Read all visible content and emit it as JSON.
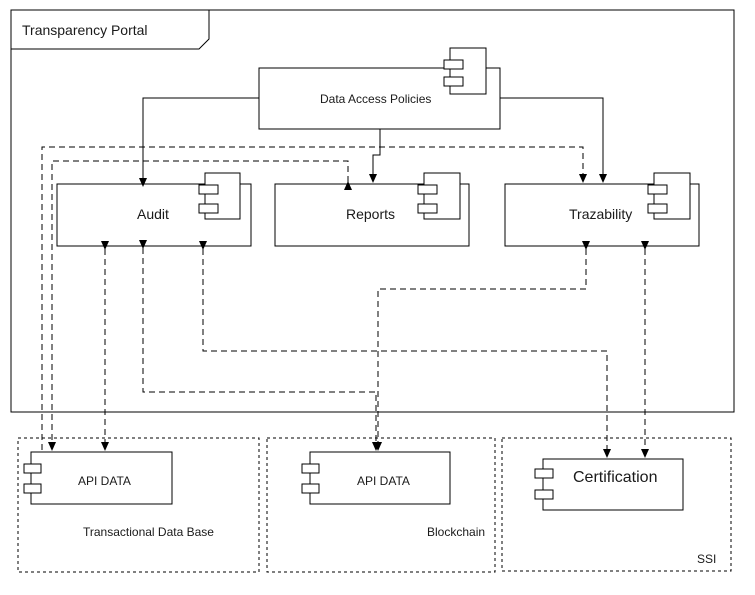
{
  "portal": {
    "title": "Transparency Portal"
  },
  "components": {
    "data_access_policies": "Data Access Policies",
    "audit": "Audit",
    "reports": "Reports",
    "trazability": "Trazability",
    "api_data_transactional": "API DATA",
    "api_data_blockchain": "API DATA",
    "certification": "Certification"
  },
  "zones": {
    "transactional": "Transactional Data Base",
    "blockchain": "Blockchain",
    "ssi": "SSI"
  }
}
